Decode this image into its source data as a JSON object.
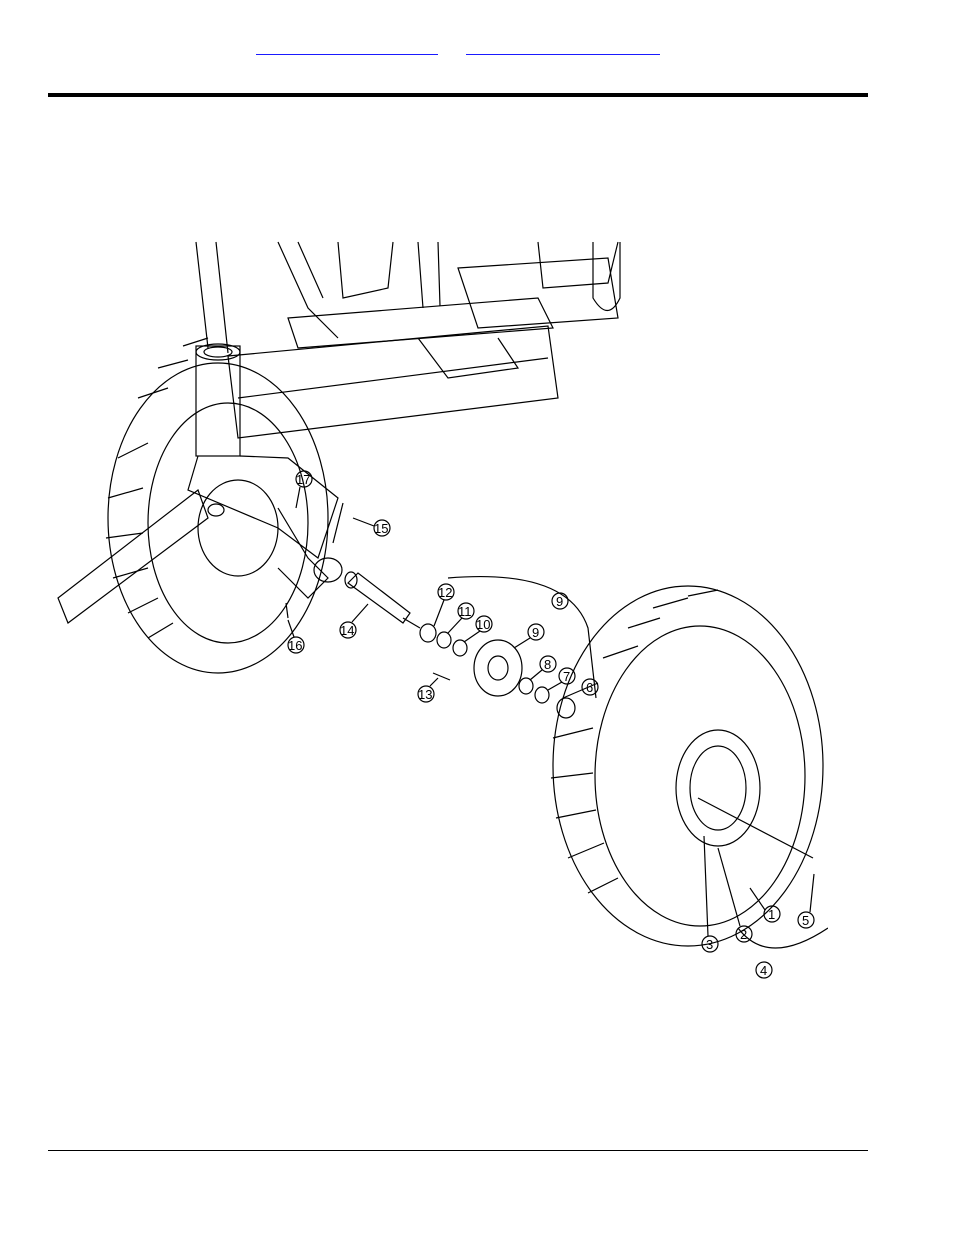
{
  "header": {
    "links": [
      {
        "label": ""
      },
      {
        "label": ""
      }
    ]
  },
  "diagram": {
    "callouts": [
      "1",
      "2",
      "3",
      "4",
      "5",
      "6",
      "7",
      "8",
      "9",
      "9",
      "10",
      "11",
      "12",
      "13",
      "14",
      "15",
      "16",
      "17"
    ]
  }
}
